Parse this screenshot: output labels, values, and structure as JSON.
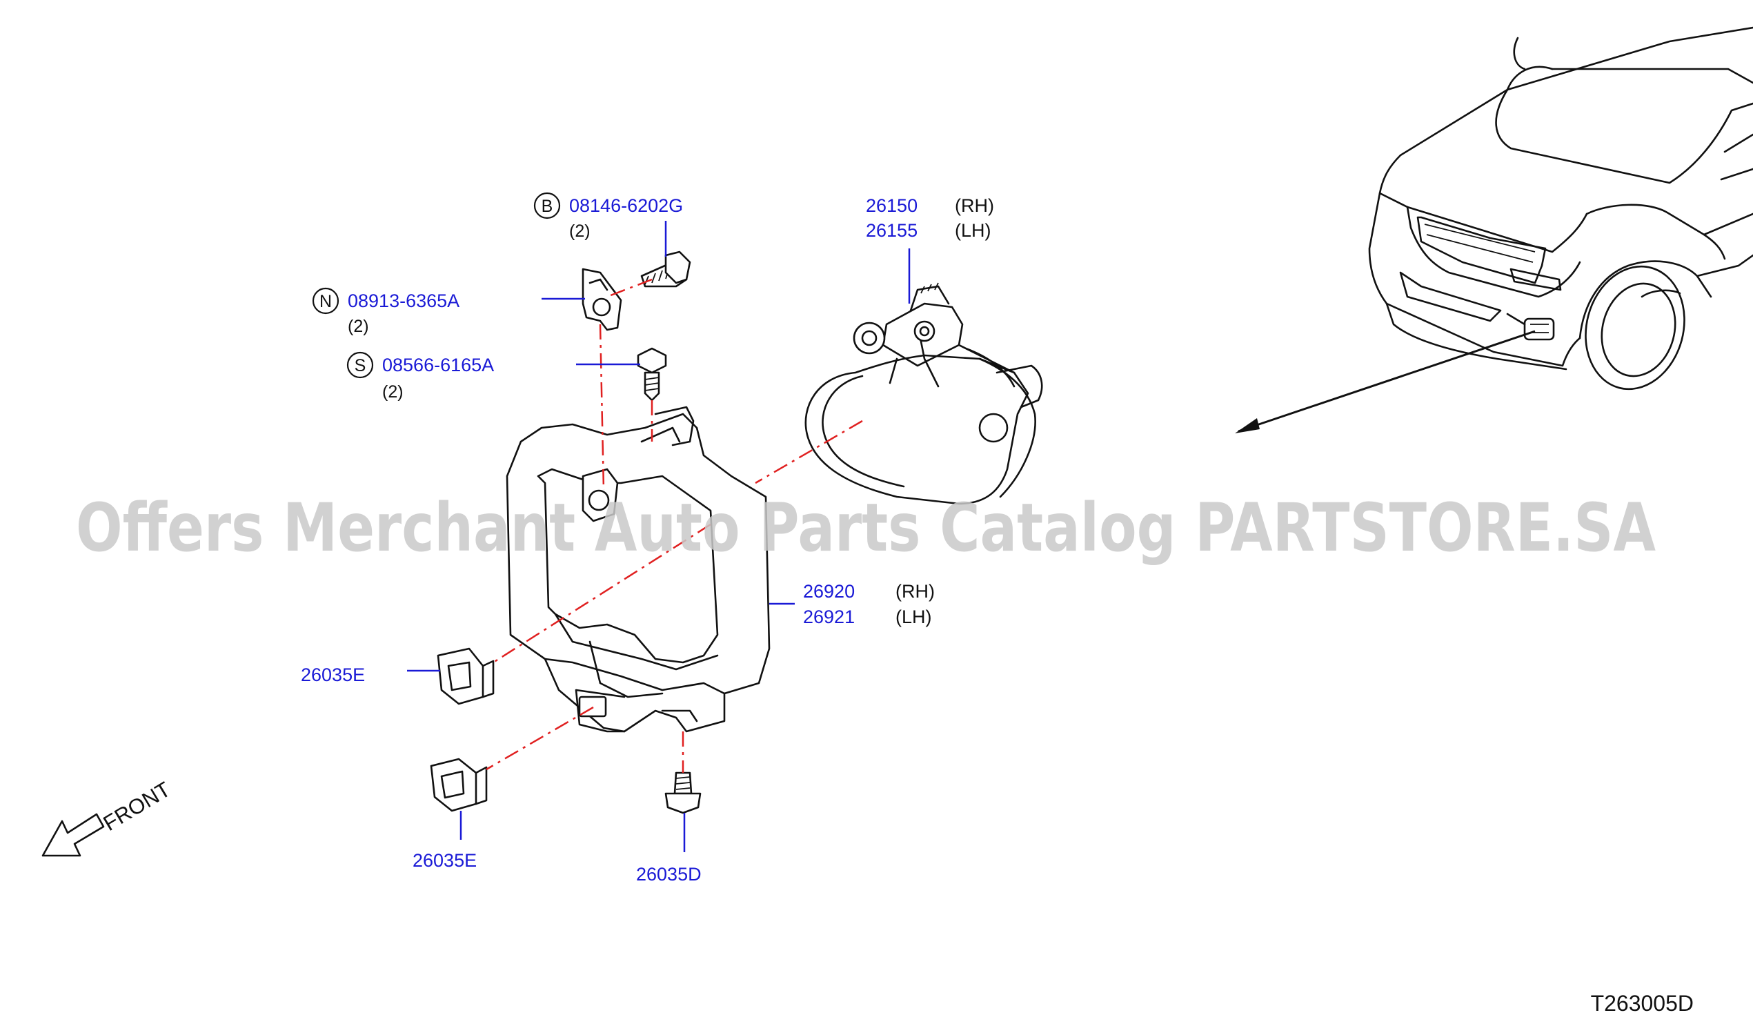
{
  "diagram_code": "T263005D",
  "front_label": "FRONT",
  "watermark": "Offers Merchant Auto Parts Catalog PARTSTORE.SA",
  "callouts": {
    "bolt": {
      "badge": "B",
      "part_number": "08146-6202G",
      "qty": "(2)"
    },
    "nut": {
      "badge": "N",
      "part_number": "08913-6365A",
      "qty": "(2)"
    },
    "screw": {
      "badge": "S",
      "part_number": "08566-6165A",
      "qty": "(2)"
    },
    "fog_lamp": {
      "part_number_rh": "26150",
      "side_rh": "(RH)",
      "part_number_lh": "26155",
      "side_lh": "(LH)"
    },
    "bracket": {
      "part_number_rh": "26920",
      "side_rh": "(RH)",
      "part_number_lh": "26921",
      "side_lh": "(LH)"
    },
    "clip_upper": {
      "part_number": "26035E"
    },
    "clip_lower": {
      "part_number": "26035E"
    },
    "bolt_lower": {
      "part_number": "26035D"
    }
  },
  "colors": {
    "callout_text": "#1a1ad6",
    "center_line": "#e02020",
    "ink": "#111111",
    "watermark": "#c9c9c9"
  }
}
